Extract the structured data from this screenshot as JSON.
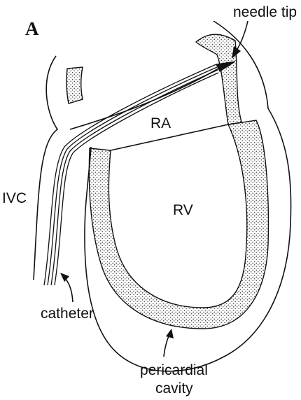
{
  "figure": {
    "panel_letter": "A",
    "labels": {
      "needle_tip": "needle tip",
      "ra": "RA",
      "rv": "RV",
      "ivc": "IVC",
      "catheter": "catheter",
      "pericardial_line1": "pericardial",
      "pericardial_line2": "cavity"
    },
    "colors": {
      "stroke": "#111111",
      "background": "#ffffff",
      "stipple": "#333333"
    }
  }
}
